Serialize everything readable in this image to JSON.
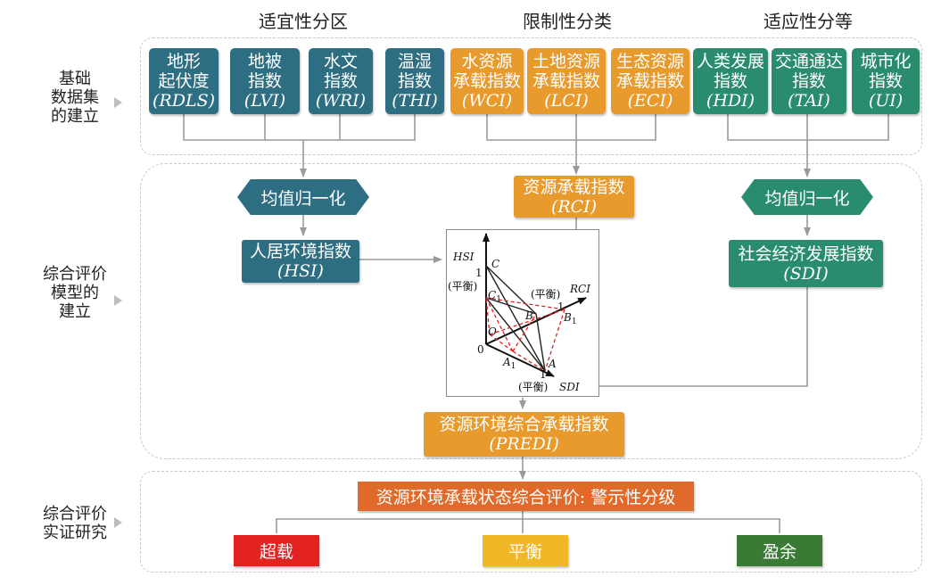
{
  "headers": {
    "suitability": "适宜性分区",
    "restriction": "限制性分类",
    "adaptability": "适应性分等"
  },
  "side_labels": {
    "dataset": "基础\n数据集\n的建立",
    "model": "综合评价\n模型的\n建立",
    "empirical": "综合评价\n实证研究"
  },
  "indices": {
    "rdls": {
      "name": "地形\n起伏度",
      "abbr": "(RDLS)"
    },
    "lvi": {
      "name": "地被\n指数",
      "abbr": "(LVI)"
    },
    "wri": {
      "name": "水文\n指数",
      "abbr": "(WRI)"
    },
    "thi": {
      "name": "温湿\n指数",
      "abbr": "(THI)"
    },
    "wci": {
      "name": "水资源\n承载指数",
      "abbr": "(WCI)"
    },
    "lci": {
      "name": "土地资源\n承载指数",
      "abbr": "(LCI)"
    },
    "eci": {
      "name": "生态资源\n承载指数",
      "abbr": "(ECI)"
    },
    "hdi": {
      "name": "人类发展\n指数",
      "abbr": "(HDI)"
    },
    "tai": {
      "name": "交通通达\n指数",
      "abbr": "(TAI)"
    },
    "ui": {
      "name": "城市化\n指数",
      "abbr": "(UI)"
    }
  },
  "normalize_left": "均值归一化",
  "normalize_right": "均值归一化",
  "rci": {
    "name": "资源承载指数",
    "abbr": "(RCI)"
  },
  "hsi": {
    "name": "人居环境指数",
    "abbr": "(HSI)"
  },
  "sdi": {
    "name": "社会经济发展指数",
    "abbr": "(SDI)"
  },
  "predi": {
    "name": "资源环境综合承载指数",
    "abbr": "(PREDI)"
  },
  "evaluation": "资源环境承载状态综合评价: 警示性分级",
  "grades": {
    "overload": "超载",
    "balance": "平衡",
    "surplus": "盈余"
  },
  "colors": {
    "teal": "#2e6e82",
    "orange": "#e89a2c",
    "green": "#2a8c6e",
    "eval": "#e06a2a",
    "overload": "#e32222",
    "balance": "#f0b726",
    "surplus": "#3a7a34"
  },
  "inset": {
    "hsi_axis": "HSI",
    "rci_axis": "RCI",
    "sdi_axis": "SDI",
    "c": "C",
    "c1": "C",
    "c1_sub": "1",
    "b": "B",
    "b1": "B",
    "b1_sub": "1",
    "a": "A",
    "a1": "A",
    "a1_sub": "1",
    "o": "O",
    "zero": "0",
    "one_hsi": "1",
    "one_rci": "1",
    "one_sdi": "1",
    "balance_hsi": "(平衡)",
    "balance_rci": "(平衡)",
    "balance_sdi": "(平衡)"
  }
}
